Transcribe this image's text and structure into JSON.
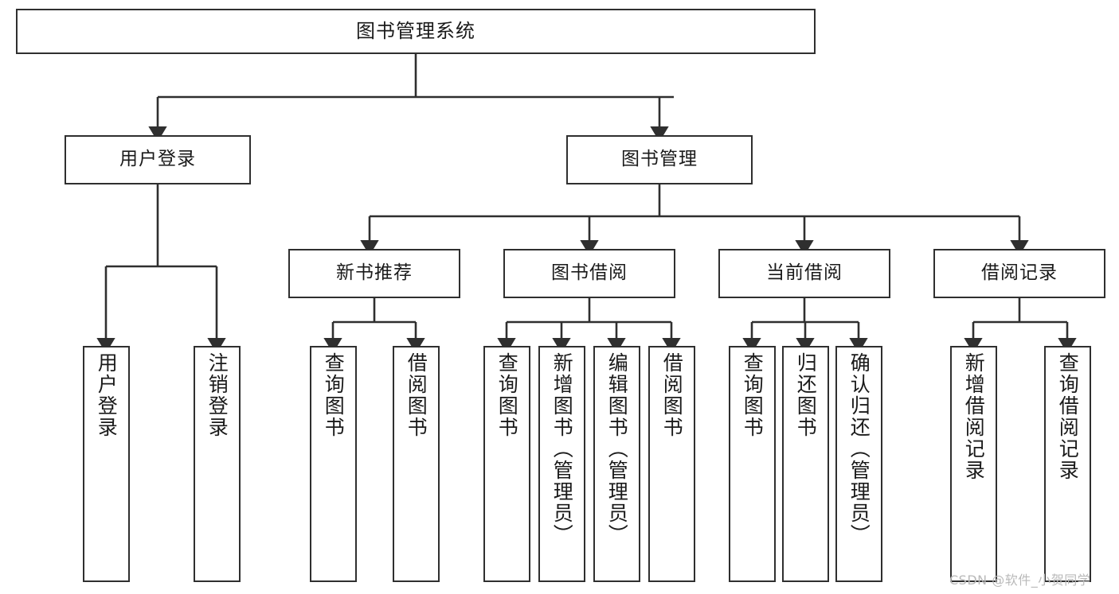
{
  "diagram": {
    "title": "图书管理系统",
    "type": "tree-hierarchy-chart",
    "watermark": "CSDN @软件_小贺同学",
    "colors": {
      "box_border": "#2f2f2f",
      "box_fill": "#ffffff",
      "edge": "#2f2f2f",
      "text": "#1a1a1a",
      "watermark": "#b9b9b9",
      "background": "#ffffff"
    },
    "levels": {
      "root": {
        "label": "图书管理系统"
      },
      "level1": [
        {
          "id": "user-login",
          "label": "用户登录"
        },
        {
          "id": "book-management",
          "label": "图书管理"
        }
      ],
      "level2": [
        {
          "id": "new-book-recommend",
          "label": "新书推荐",
          "parent": "book-management"
        },
        {
          "id": "book-borrow",
          "label": "图书借阅",
          "parent": "book-management"
        },
        {
          "id": "current-borrow",
          "label": "当前借阅",
          "parent": "book-management"
        },
        {
          "id": "borrow-record",
          "label": "借阅记录",
          "parent": "book-management"
        }
      ],
      "leaves": [
        {
          "id": "leaf-user-login",
          "label": "用户登录",
          "parent": "user-login"
        },
        {
          "id": "leaf-logout-login",
          "label": "注销登录",
          "parent": "user-login"
        },
        {
          "id": "leaf-query-book-1",
          "label": "查询图书",
          "parent": "new-book-recommend"
        },
        {
          "id": "leaf-borrow-book-1",
          "label": "借阅图书",
          "parent": "new-book-recommend"
        },
        {
          "id": "leaf-query-book-2",
          "label": "查询图书",
          "parent": "book-borrow"
        },
        {
          "id": "leaf-add-book",
          "label": "新增图书（管理员）",
          "parent": "book-borrow"
        },
        {
          "id": "leaf-edit-book",
          "label": "编辑图书（管理员）",
          "parent": "book-borrow"
        },
        {
          "id": "leaf-borrow-book-2",
          "label": "借阅图书",
          "parent": "book-borrow"
        },
        {
          "id": "leaf-query-book-3",
          "label": "查询图书",
          "parent": "current-borrow"
        },
        {
          "id": "leaf-return-book",
          "label": "归还图书",
          "parent": "current-borrow"
        },
        {
          "id": "leaf-confirm-return",
          "label": "确认归还（管理员）",
          "parent": "current-borrow"
        },
        {
          "id": "leaf-add-record",
          "label": "新增借阅记录",
          "parent": "borrow-record"
        },
        {
          "id": "leaf-query-record",
          "label": "查询借阅记录",
          "parent": "borrow-record"
        }
      ]
    }
  }
}
